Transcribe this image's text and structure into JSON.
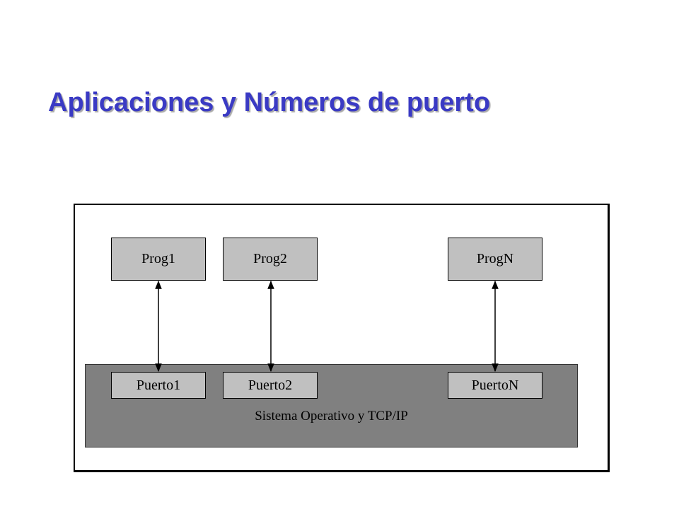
{
  "slide": {
    "title": "Aplicaciones y Números de puerto"
  },
  "programs": [
    {
      "label": "Prog1"
    },
    {
      "label": "Prog2"
    },
    {
      "label": "ProgN"
    }
  ],
  "ports": [
    {
      "label": "Puerto1"
    },
    {
      "label": "Puerto2"
    },
    {
      "label": "PuertoN"
    }
  ],
  "os_layer": {
    "label": "Sistema Operativo y TCP/IP"
  },
  "colors": {
    "title": "#3a3ac4",
    "box_fill": "#c0c0c0",
    "layer_fill": "#808080"
  }
}
